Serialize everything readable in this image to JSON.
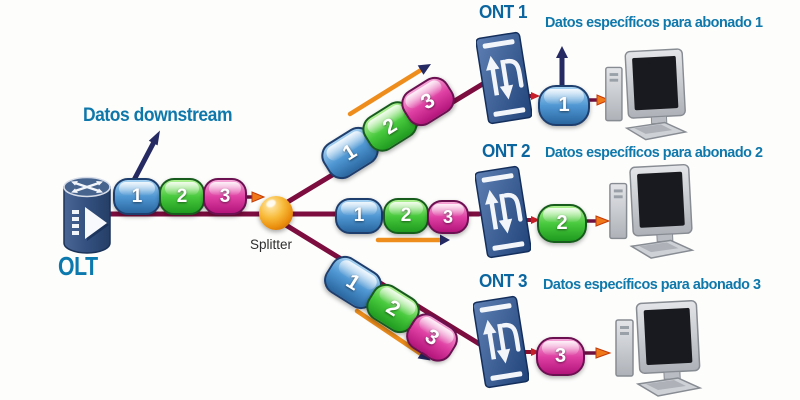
{
  "diagram_title": "GPON downstream data delivery diagram",
  "colors": {
    "background": "#fdfdfc",
    "teal_text": "#0f78ab",
    "ont_label_blue": "#0b66a0",
    "fiber_line": "#7c0d3e",
    "direction_arrow_orange": "#ee8d1c",
    "navy_arrow": "#252a63",
    "packet_blue": "#4e96d2",
    "packet_green": "#46c83c",
    "packet_pink": "#de3fa2",
    "splitter_orange": "#f8bb3a"
  },
  "olt": {
    "label": "OLT"
  },
  "downstream": {
    "label": "Datos downstream"
  },
  "splitter": {
    "label": "Splitter"
  },
  "packet_labels": {
    "p1": "1",
    "p2": "2",
    "p3": "3"
  },
  "onts": [
    {
      "label": "ONT 1",
      "datos_label": "Datos específicos para abonado 1",
      "delivered_packet": "1"
    },
    {
      "label": "ONT 2",
      "datos_label": "Datos específicos para abonado 2",
      "delivered_packet": "2"
    },
    {
      "label": "ONT 3",
      "datos_label": "Datos específicos para abonado 3",
      "delivered_packet": "3"
    }
  ],
  "icons": {
    "olt": "olt-router-icon",
    "splitter": "splitter-sphere-icon",
    "ont": "ont-device-icon",
    "pc": "desktop-computer-icon"
  }
}
